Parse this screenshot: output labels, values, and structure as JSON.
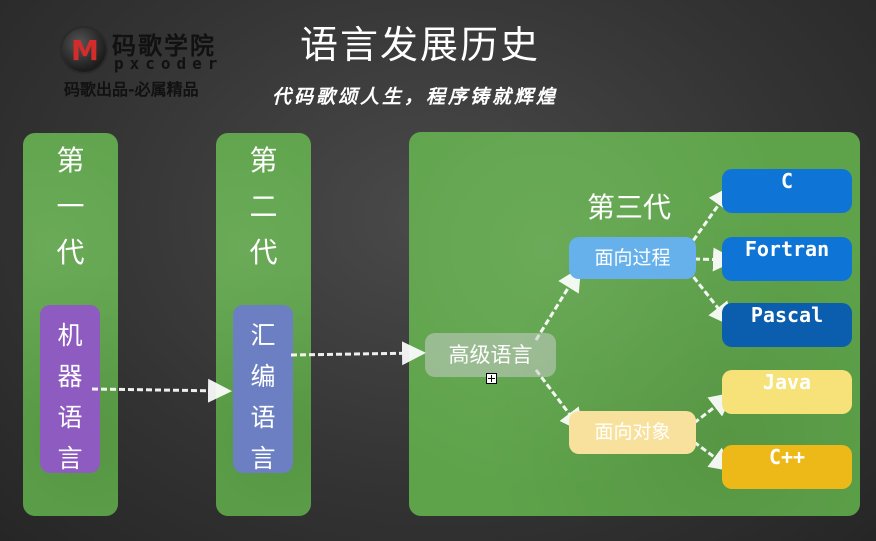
{
  "logo": {
    "title": "码歌学院",
    "subtitle": "pxcoder",
    "tagline": "码歌出品-必属精品",
    "mark": "M"
  },
  "header": {
    "title": "语言发展历史",
    "subtitle": "代码歌颂人生，程序铸就辉煌"
  },
  "generations": {
    "first": {
      "label": [
        "第",
        "一",
        "代"
      ],
      "language": [
        "机",
        "器",
        "语",
        "言"
      ]
    },
    "second": {
      "label": [
        "第",
        "二",
        "代"
      ],
      "language": [
        "汇",
        "编",
        "语",
        "言"
      ]
    },
    "third": {
      "label": "第三代",
      "root": "高级语言",
      "procedural": "面向过程",
      "object_oriented": "面向对象",
      "procedural_langs": [
        "C",
        "Fortran",
        "Pascal"
      ],
      "oo_langs": [
        "Java",
        "C++"
      ]
    }
  },
  "colors": {
    "panel": "#5ea34a",
    "machine": "#8e5cc0",
    "assembly": "#6b7fc2",
    "procedural": "#66b0ec",
    "object_oriented": "#f8e19c",
    "lang_blue": "#0e74d6",
    "lang_yellow": "#ecb918"
  }
}
